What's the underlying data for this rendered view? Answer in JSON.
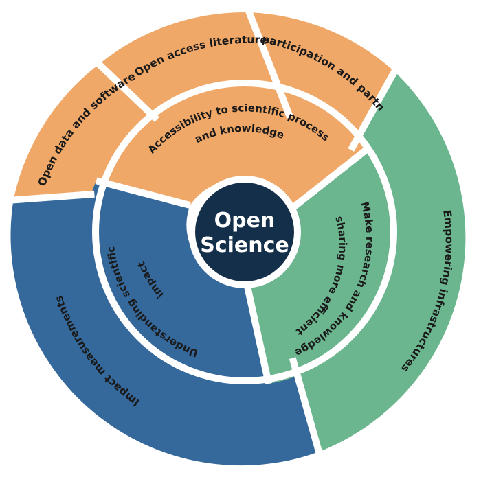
{
  "center": {
    "line1": "Open",
    "line2": "Science",
    "fill": "#142F49"
  },
  "colors": {
    "orange": "#F0A868",
    "green": "#6BB68F",
    "blue": "#35689B",
    "gap": "#ffffff"
  },
  "inner_ring": {
    "accessibility": "Accessibility to scientific process and knowledge",
    "efficient": "Make research and knowledge sharing more efficient",
    "understanding": "Understanding scientific impact"
  },
  "outer_ring": {
    "open_data": "Open data and software",
    "open_access": "Open access literature",
    "participation": "Public participation and partnerships",
    "infrastructures": "Empowering infrastructures",
    "impact": "Impact measurements"
  }
}
